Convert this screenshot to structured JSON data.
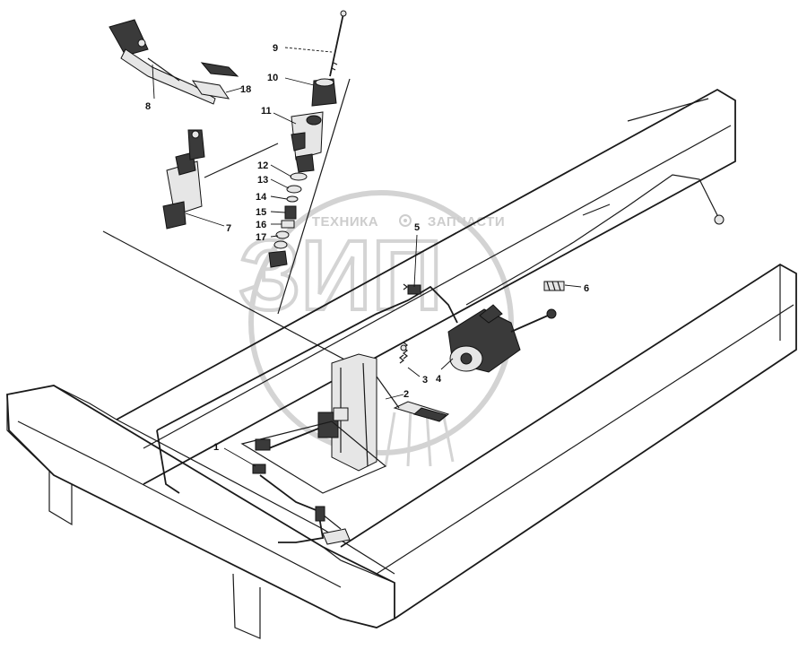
{
  "watermark": {
    "line1": "ТЕХНИКА",
    "line2": "ЗАПЧАСТИ",
    "logo_text": "ЗИП",
    "color": "#c8c8c8"
  },
  "callouts": [
    {
      "id": "1",
      "label": "1"
    },
    {
      "id": "2",
      "label": "2"
    },
    {
      "id": "3",
      "label": "3"
    },
    {
      "id": "4",
      "label": "4"
    },
    {
      "id": "5",
      "label": "5"
    },
    {
      "id": "6",
      "label": "6"
    },
    {
      "id": "7",
      "label": "7"
    },
    {
      "id": "8",
      "label": "8"
    },
    {
      "id": "9",
      "label": "9"
    },
    {
      "id": "10",
      "label": "10"
    },
    {
      "id": "11",
      "label": "11"
    },
    {
      "id": "12",
      "label": "12"
    },
    {
      "id": "13",
      "label": "13"
    },
    {
      "id": "14",
      "label": "14"
    },
    {
      "id": "15",
      "label": "15"
    },
    {
      "id": "16",
      "label": "16"
    },
    {
      "id": "17",
      "label": "17"
    },
    {
      "id": "18",
      "label": "18"
    }
  ]
}
